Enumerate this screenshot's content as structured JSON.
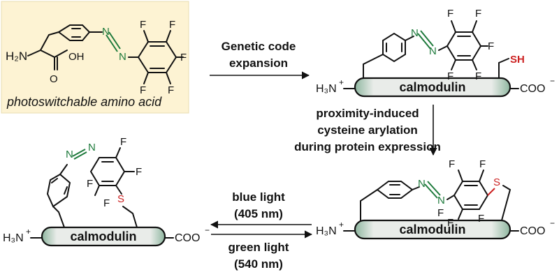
{
  "amino_acid": {
    "amine_label": "H₂N",
    "acid_label": "OH",
    "oxygen_label": "O",
    "caption": "photoswitchable amino acid",
    "box_color": "#fdf3d3"
  },
  "step1": {
    "line1": "Genetic code",
    "line2": "expansion"
  },
  "step2": {
    "line1": "proximity-induced",
    "line2": "cysteine arylation",
    "line3": "during protein expression"
  },
  "step3": {
    "top_line1": "blue light",
    "top_line2": "(405 nm)",
    "bottom_line1": "green light",
    "bottom_line2": "(540 nm)"
  },
  "protein": {
    "name": "calmodulin",
    "n_terminus": "H₃N",
    "n_charge": "+",
    "c_terminus": "COO",
    "c_charge": "−",
    "thiol": "SH",
    "thioether": "S"
  },
  "atoms": {
    "fluorine": "F",
    "nitrogen": "N"
  },
  "colors": {
    "azo": "#1e7a3c",
    "sulfur": "#cc2222",
    "protein_fill": "#e6e6e6",
    "protein_end": "#8fb7a0"
  }
}
